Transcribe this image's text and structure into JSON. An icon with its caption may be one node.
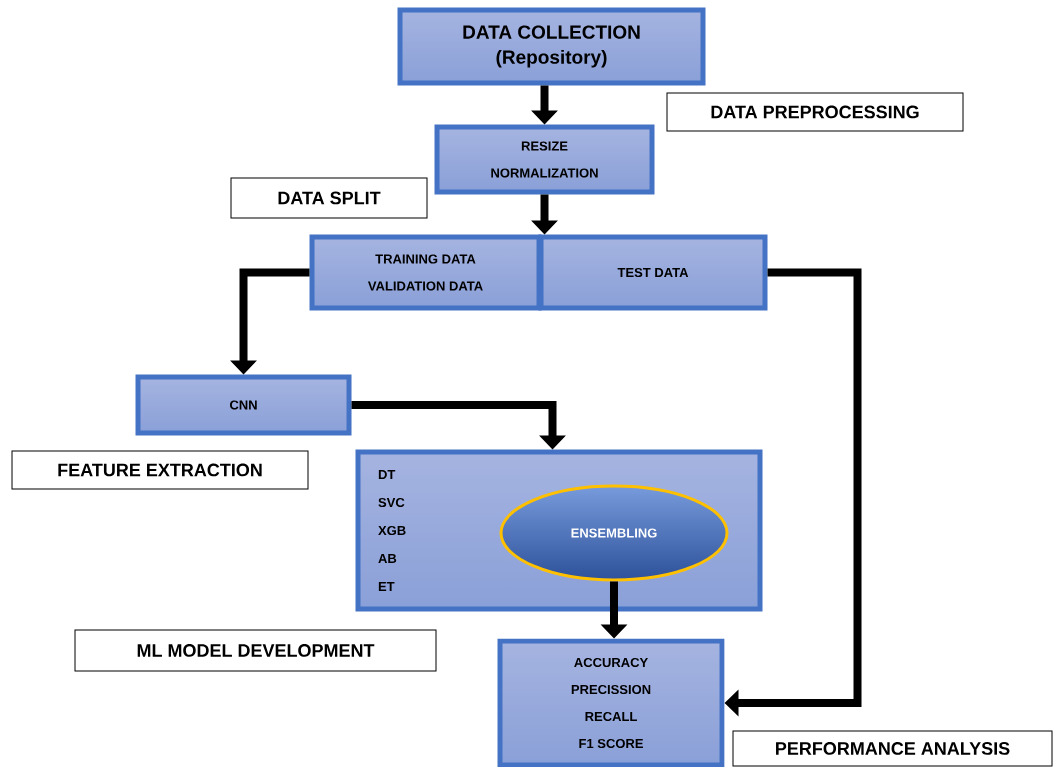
{
  "diagram": {
    "nodes": [
      {
        "text": [
          "DATA COLLECTION",
          "(Repository)"
        ]
      },
      {
        "text": [
          "DATA PREPROCESSING"
        ]
      },
      {
        "text": [
          "RESIZE",
          "NORMALIZATION"
        ]
      },
      {
        "text": [
          "DATA SPLIT"
        ]
      },
      {
        "text": [
          "TRAINING DATA",
          "VALIDATION DATA"
        ]
      },
      {
        "text": [
          "TEST DATA"
        ]
      },
      {
        "text": [
          "CNN"
        ]
      },
      {
        "text": [
          "FEATURE EXTRACTION"
        ]
      },
      {
        "text": [
          "DT",
          "SVC",
          "XGB",
          "AB",
          "ET"
        ]
      },
      {
        "text": [
          "ENSEMBLING"
        ],
        "in": 8
      },
      {
        "text": [
          "ML MODEL DEVELOPMENT"
        ]
      },
      {
        "text": [
          "ACCURACY",
          "PRECISSION",
          "RECALL",
          "F1 SCORE"
        ]
      },
      {
        "text": [
          "PERFORMANCE ANALYSIS"
        ]
      }
    ],
    "edges": [
      {
        "from": 0,
        "to": 2,
        "arrow": "to"
      },
      {
        "from": 2,
        "to": 4,
        "arrow": "to"
      },
      {
        "from": 4,
        "to": 6,
        "arrow": "to"
      },
      {
        "from": 6,
        "to": 8,
        "arrow": "to"
      },
      {
        "from": 9,
        "to": 11,
        "arrow": "to"
      },
      {
        "from": 5,
        "to": 11,
        "arrow": "to"
      }
    ]
  }
}
